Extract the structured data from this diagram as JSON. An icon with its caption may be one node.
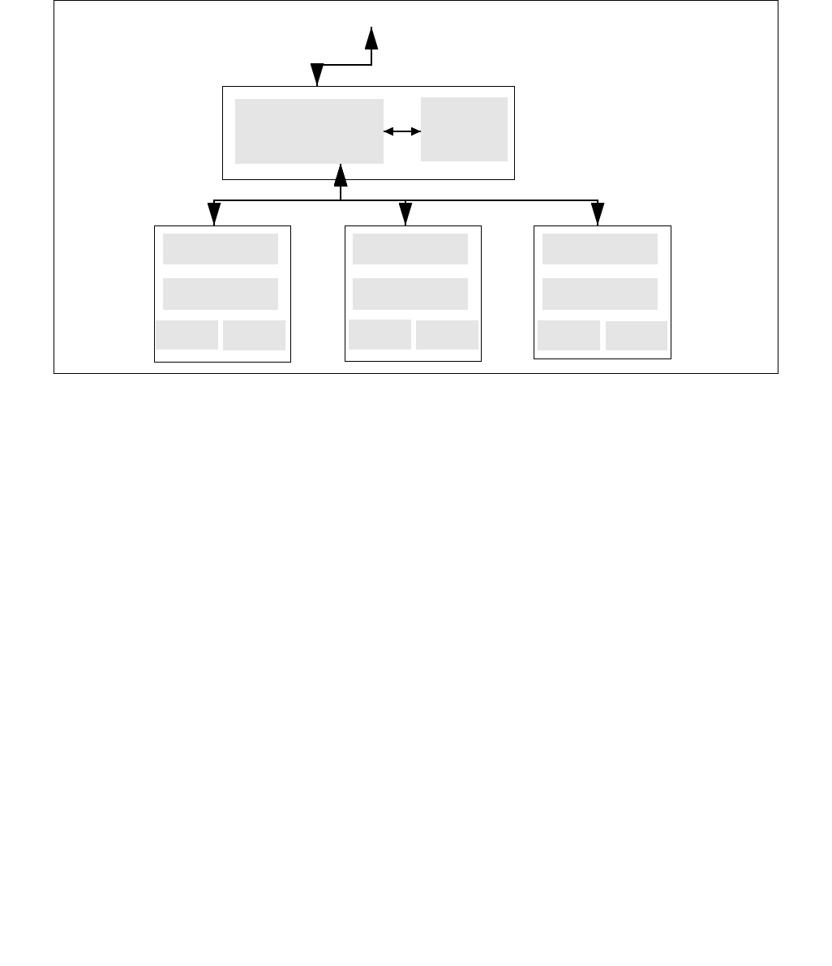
{
  "diagram": {
    "nodes": [
      {
        "text": [],
        "shape": "box"
      },
      {
        "text": [],
        "shape": "box",
        "in": 0
      },
      {
        "text": [],
        "shape": "box",
        "in": 0
      },
      {
        "text": [],
        "shape": "box"
      },
      {
        "text": [],
        "shape": "box",
        "in": 3
      },
      {
        "text": [],
        "shape": "box",
        "in": 3
      },
      {
        "text": [],
        "shape": "box",
        "in": 3
      },
      {
        "text": [],
        "shape": "box",
        "in": 3
      },
      {
        "text": [],
        "shape": "box"
      },
      {
        "text": [],
        "shape": "box",
        "in": 8
      },
      {
        "text": [],
        "shape": "box",
        "in": 8
      },
      {
        "text": [],
        "shape": "box",
        "in": 8
      },
      {
        "text": [],
        "shape": "box",
        "in": 8
      },
      {
        "text": [],
        "shape": "box"
      },
      {
        "text": [],
        "shape": "box",
        "in": 13
      },
      {
        "text": [],
        "shape": "box",
        "in": 13
      },
      {
        "text": [],
        "shape": "box",
        "in": 13
      },
      {
        "text": [],
        "shape": "box",
        "in": 13
      }
    ],
    "edges": [
      {
        "from": null,
        "to": 0,
        "arrow": "both"
      },
      {
        "from": 1,
        "to": 2,
        "arrow": "both"
      },
      {
        "from": 1,
        "to": 3,
        "arrow": "both"
      },
      {
        "from": 1,
        "to": 8,
        "arrow": "both"
      },
      {
        "from": 1,
        "to": 13,
        "arrow": "both"
      }
    ]
  }
}
